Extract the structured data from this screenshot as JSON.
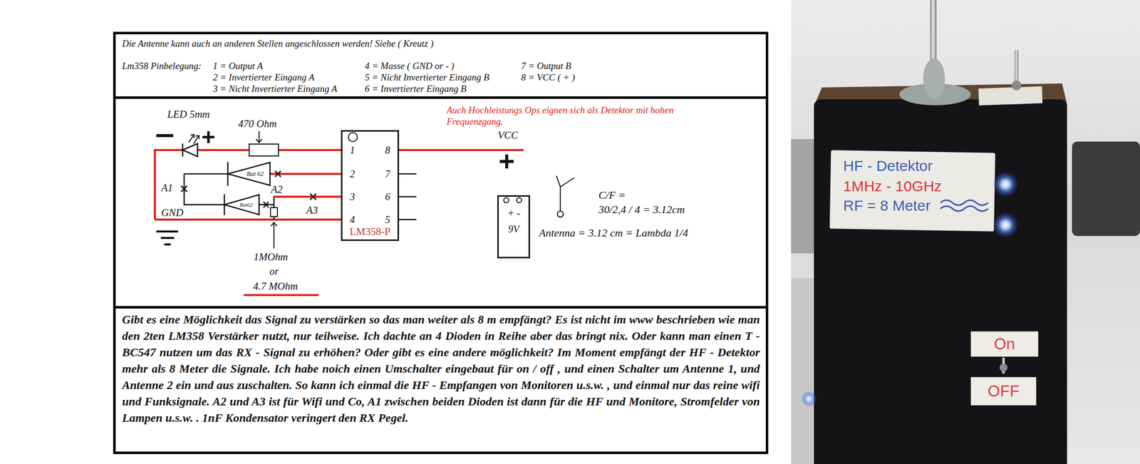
{
  "diagram": {
    "nodes": [
      {
        "text": [
          "Die Antenne kann auch an anderen Stellen angeschlossen werden! Siehe ( Kreutz )",
          "Lm358 Pinbelegung:",
          "1 = Output A",
          "2 = Invertierter Eingang A",
          "3 = Nicht Invertierter Eingang A",
          "4 = Masse ( GND or - )",
          "5 = Nicht Invertierter Eingang B",
          "6 = Invertierter Eingang B",
          "7 = Output B",
          "8 = VCC ( + )"
        ]
      },
      {
        "text": [
          "1",
          "2",
          "3",
          "4",
          "8",
          "7",
          "6",
          "5",
          "LM358-P"
        ]
      },
      {
        "text": [
          "+ -",
          "9V"
        ]
      },
      {
        "text": [
          "Gibt es eine Möglichkeit das Signal zu verstärken so das man weiter als 8 m empfängt? Es ist nicht im www beschrieben wie man den 2ten LM358 Verstärker nutzt, nur teilweise. Ich dachte an 4 Dioden in Reihe aber das bringt nix. Oder kann man einen T - BC547 nutzen um das RX - Signal zu erhöhen? Oder gibt es eine andere möglichkeit? Im Moment empfängt der HF - Detektor mehr als 8 Meter die Signale. Ich habe noich einen Umschalter eingebaut für on / off , und einen Schalter um Antenne 1, und Antenne 2 ein und aus zuschalten. So kann ich einmal die HF - Empfangen von Monitoren u.s.w. , und einmal nur das reine wifi und Funksignale. A2 und A3 ist für Wifi und Co, A1 zwischen beiden Dioden ist dann für die HF und Monitore, Stromfelder von Lampen u.s.w. . 1nF Kondensator veringert den RX Pegel."
        ]
      },
      {
        "text": [
          "HF - Detektor",
          "1MHz - 10GHz",
          "RF = 8 Meter"
        ]
      },
      {
        "text": [
          "On"
        ]
      },
      {
        "text": [
          "OFF"
        ]
      }
    ],
    "labels": [
      "LED 5mm",
      "470 Ohm",
      "Bat 62",
      "Bat62",
      "A1",
      "A2",
      "A3",
      "GND",
      "1MOhm",
      "or",
      "4.7 MOhm",
      "Auch Hochleistungs Ops eignen sich als Detektor mit hohen Frequenzgang.",
      "VCC",
      "C/F =",
      "30/2,4 / 4 = 3.12cm",
      "Antenna = 3.12 cm = Lambda 1/4"
    ]
  }
}
